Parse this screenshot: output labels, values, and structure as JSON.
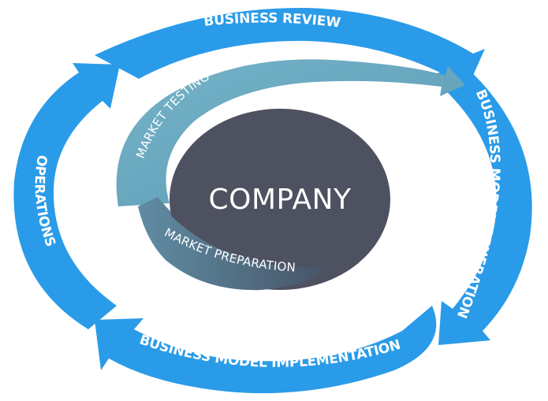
{
  "center": {
    "label": "COMPANY"
  },
  "outer_cycle": [
    {
      "label": "BUSINESS REVIEW"
    },
    {
      "label": "BUSINESS MODEL GENERATION"
    },
    {
      "label": "BUSINESS MODEL IMPLEMENTATION"
    },
    {
      "label": "OPERATIONS"
    }
  ],
  "inner_spiral": [
    {
      "label": "MARKET TESTING"
    },
    {
      "label": "MARKET PREPARATION"
    }
  ],
  "colors": {
    "outer_arrow": "#2A9BE8",
    "inner_arrow_light": "#6DAEC4",
    "inner_arrow_dark": "#4E6F84",
    "center_ellipse": "#4E5160",
    "background": "#ffffff"
  }
}
